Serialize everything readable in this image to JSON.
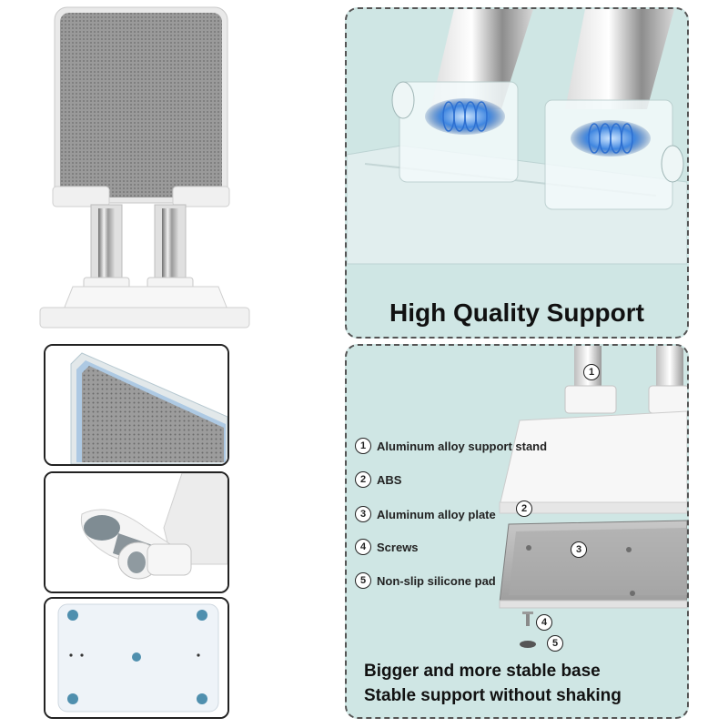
{
  "panels": {
    "top_right": {
      "heading": "High Quality Support"
    },
    "bottom_right": {
      "legend": [
        {
          "number": "1",
          "label": "Aluminum alloy support stand"
        },
        {
          "number": "2",
          "label": "ABS"
        },
        {
          "number": "3",
          "label": "Aluminum alloy plate"
        },
        {
          "number": "4",
          "label": "Screws"
        },
        {
          "number": "5",
          "label": "Non-slip silicone pad"
        }
      ],
      "taglines": [
        "Bigger and more stable base",
        "Stable support without shaking"
      ]
    }
  },
  "colors": {
    "panel_background": "#cfe6e4",
    "mesh_gray": "#8f8f8f",
    "accent_blue": "#4a8fd8",
    "silicone_pad": "#4f8fae"
  }
}
